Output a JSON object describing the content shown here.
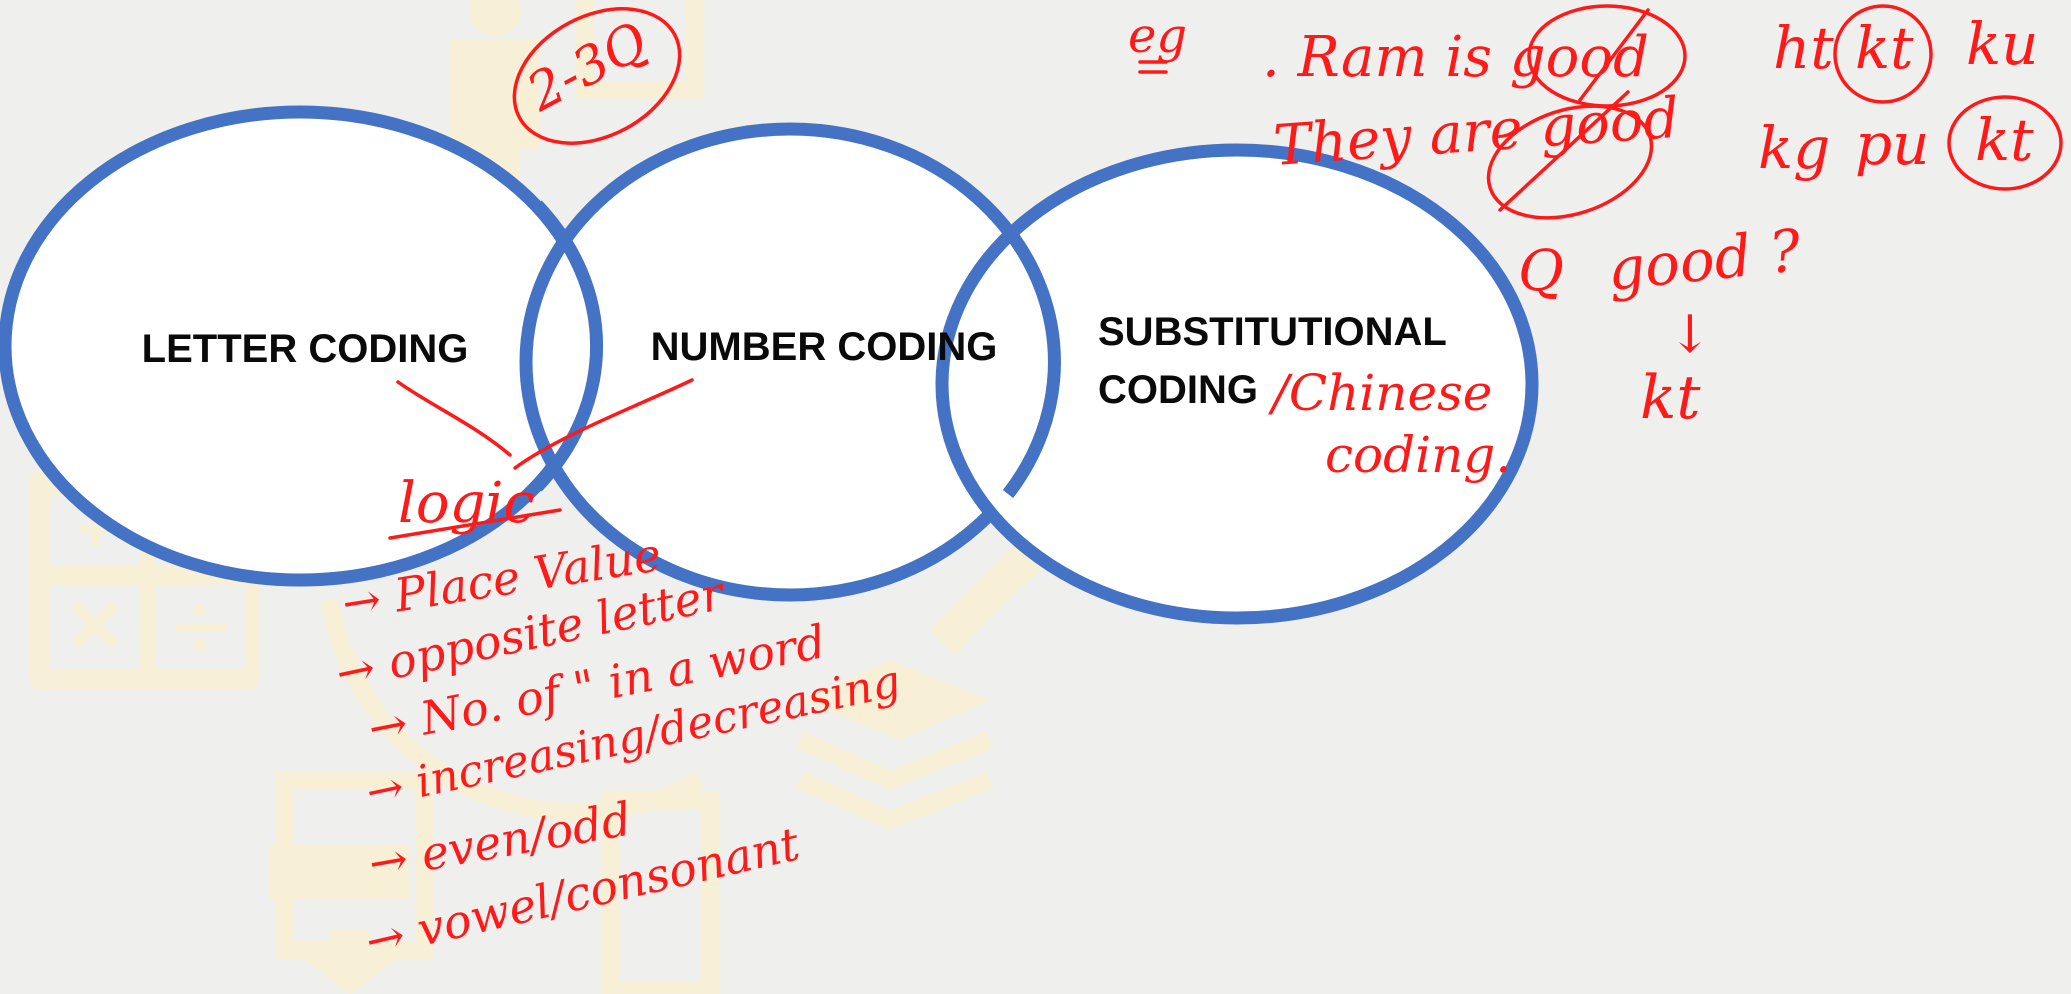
{
  "colors": {
    "background": "#efefee",
    "circle_stroke": "#4472c4",
    "circle_fill": "#ffffff",
    "ink": "#ff1a1a",
    "label": "#0a0a0a",
    "watermark": "#f7efd6"
  },
  "circles": {
    "letter": {
      "label": "LETTER CODING"
    },
    "number": {
      "label": "NUMBER CODING"
    },
    "substitutional": {
      "label_line1": "SUBSTITUTIONAL",
      "label_line2": "CODING"
    }
  },
  "annotations": {
    "count_note": "2-3Q",
    "chinese_coding_line1": "/Chinese",
    "chinese_coding_line2": "coding.",
    "logic": "logic",
    "logic_list": [
      "→ Place Value",
      "→ opposite letter",
      "→ No. of \" in a word",
      "→ increasing/decreasing",
      "→ even/odd",
      "→ vowel/consonant"
    ],
    "example_marker": "eg",
    "example_line1": ". Ram is good",
    "example_line2": "They are good",
    "code_line1_parts": [
      "ht",
      "kt",
      "ku"
    ],
    "code_line2_parts": [
      "kg",
      "pu",
      "kt"
    ],
    "question": "good ?",
    "question_marker": "Q",
    "answer_arrow": "↓",
    "answer": "kt"
  },
  "watermark_icons": [
    "person-icon",
    "calculator-icon",
    "pdf-download-icon",
    "books-icon",
    "pencil-icon"
  ]
}
